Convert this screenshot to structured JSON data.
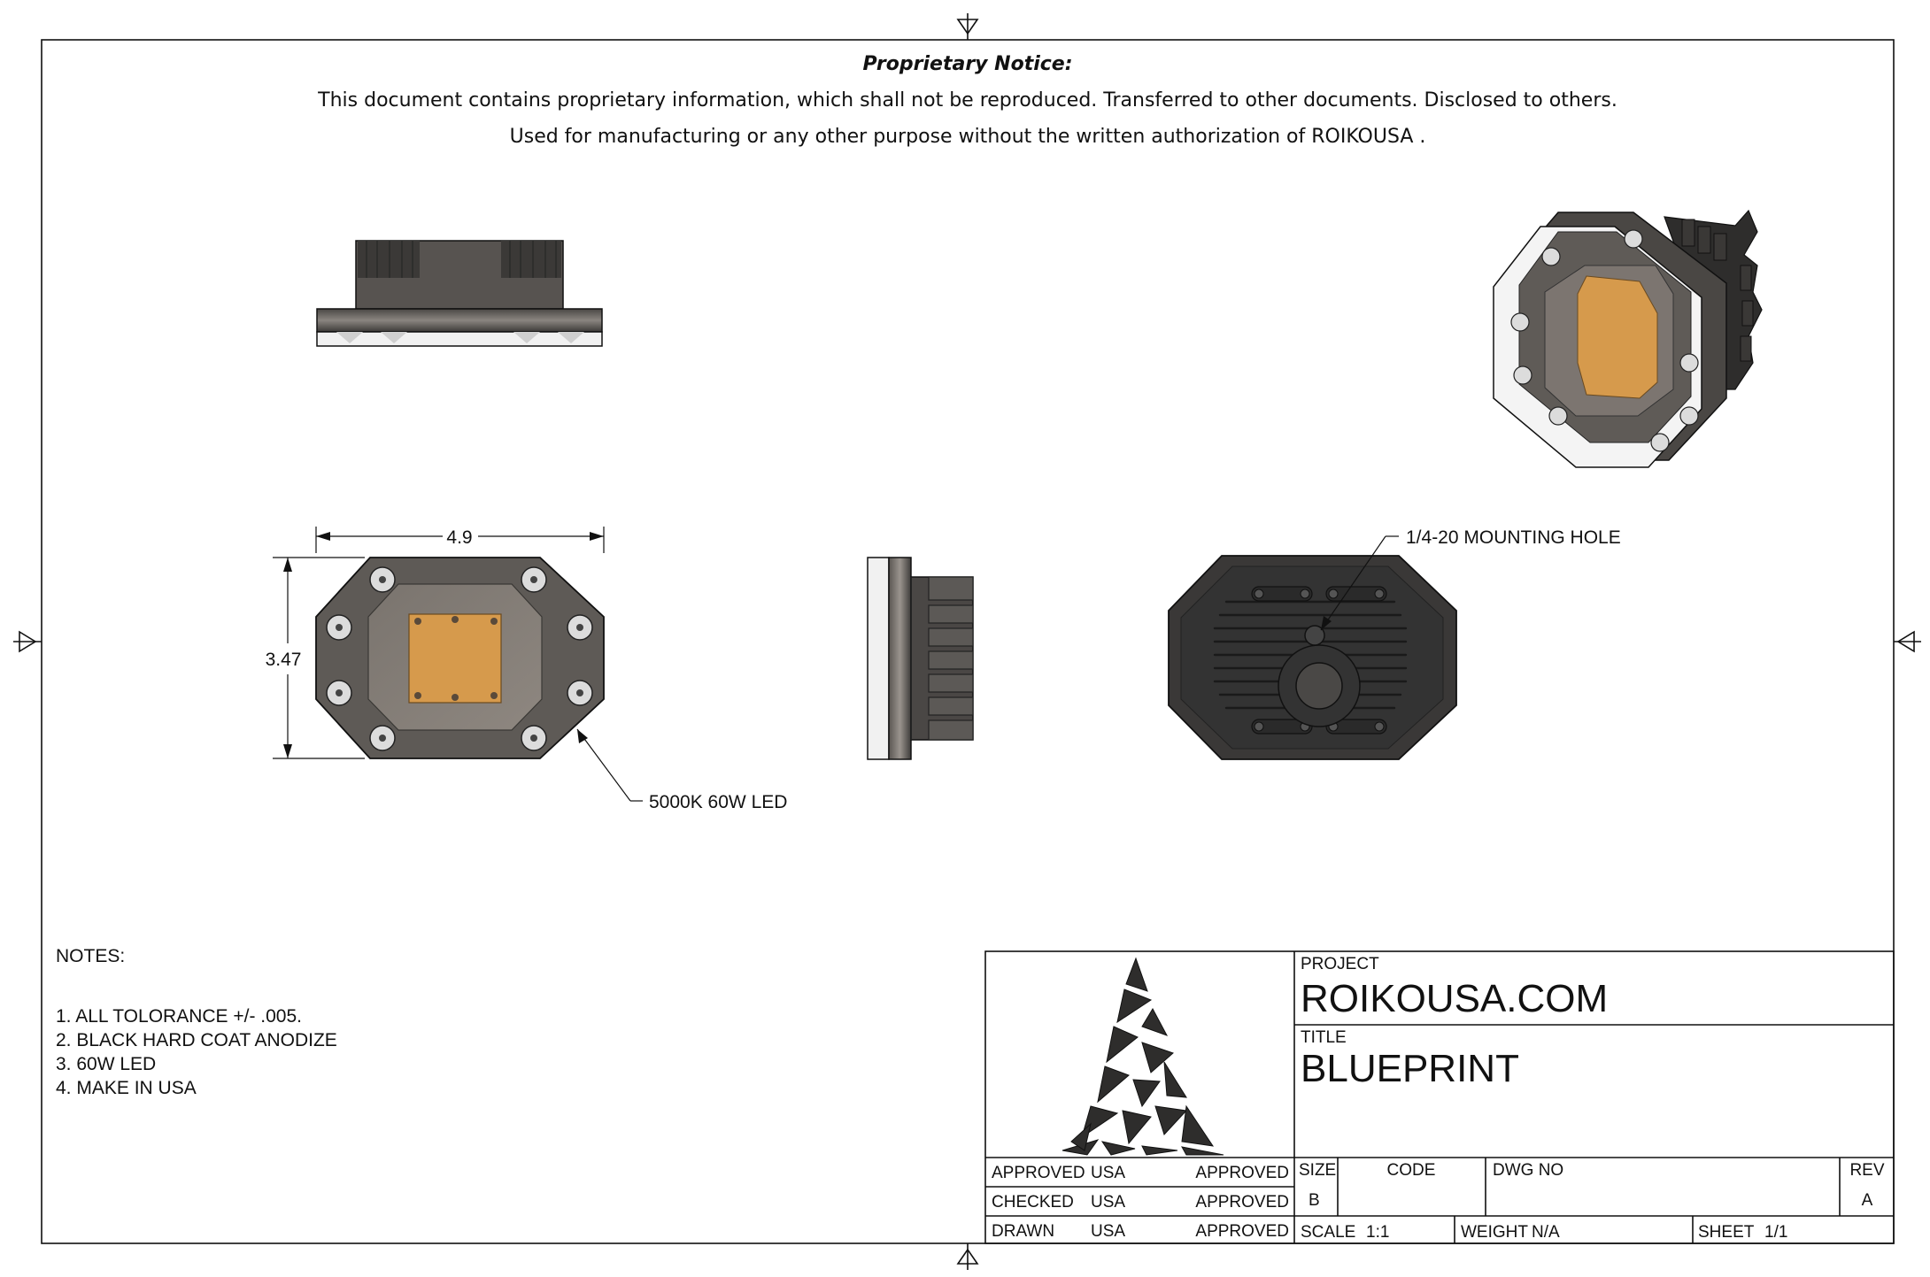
{
  "notice": {
    "title": "Proprietary Notice:",
    "line1": "This document contains proprietary information, which shall not be reproduced. Transferred to other documents. Disclosed to others.",
    "line2": "Used for manufacturing or any other purpose without the written authorization of  ROIKOUSA ."
  },
  "dimensions": {
    "width": "4.9",
    "height": "3.47"
  },
  "callouts": {
    "led": "5000K 60W LED",
    "mounting_hole": "1/4-20 MOUNTING HOLE"
  },
  "notes": {
    "heading": "NOTES:",
    "items": [
      "1. ALL TOLORANCE +/- .005.",
      "2. BLACK HARD COAT ANODIZE",
      "3. 60W LED",
      "4. MAKE IN USA"
    ]
  },
  "title_block": {
    "project_label": "PROJECT",
    "project": "ROIKOUSA.COM",
    "title_label": "TITLE",
    "title": "BLUEPRINT",
    "approvals": [
      {
        "label": "APPROVED",
        "by": "USA",
        "status": "APPROVED"
      },
      {
        "label": "CHECKED",
        "by": "USA",
        "status": "APPROVED"
      },
      {
        "label": "DRAWN",
        "by": "USA",
        "status": "APPROVED"
      }
    ],
    "size_label": "SIZE",
    "size": "B",
    "code_label": "CODE",
    "dwg_no_label": "DWG NO",
    "rev_label": "REV",
    "rev": "A",
    "scale_label": "SCALE",
    "scale": "1:1",
    "weight_label": "WEIGHT",
    "weight": "N/A",
    "sheet_label": "SHEET",
    "sheet": "1/1"
  },
  "colors": {
    "body_dark": "#3a3a3a",
    "body_mid": "#6b6660",
    "led_orange": "#d69a4c",
    "screw": "#d8d8d8",
    "line": "#111111"
  }
}
